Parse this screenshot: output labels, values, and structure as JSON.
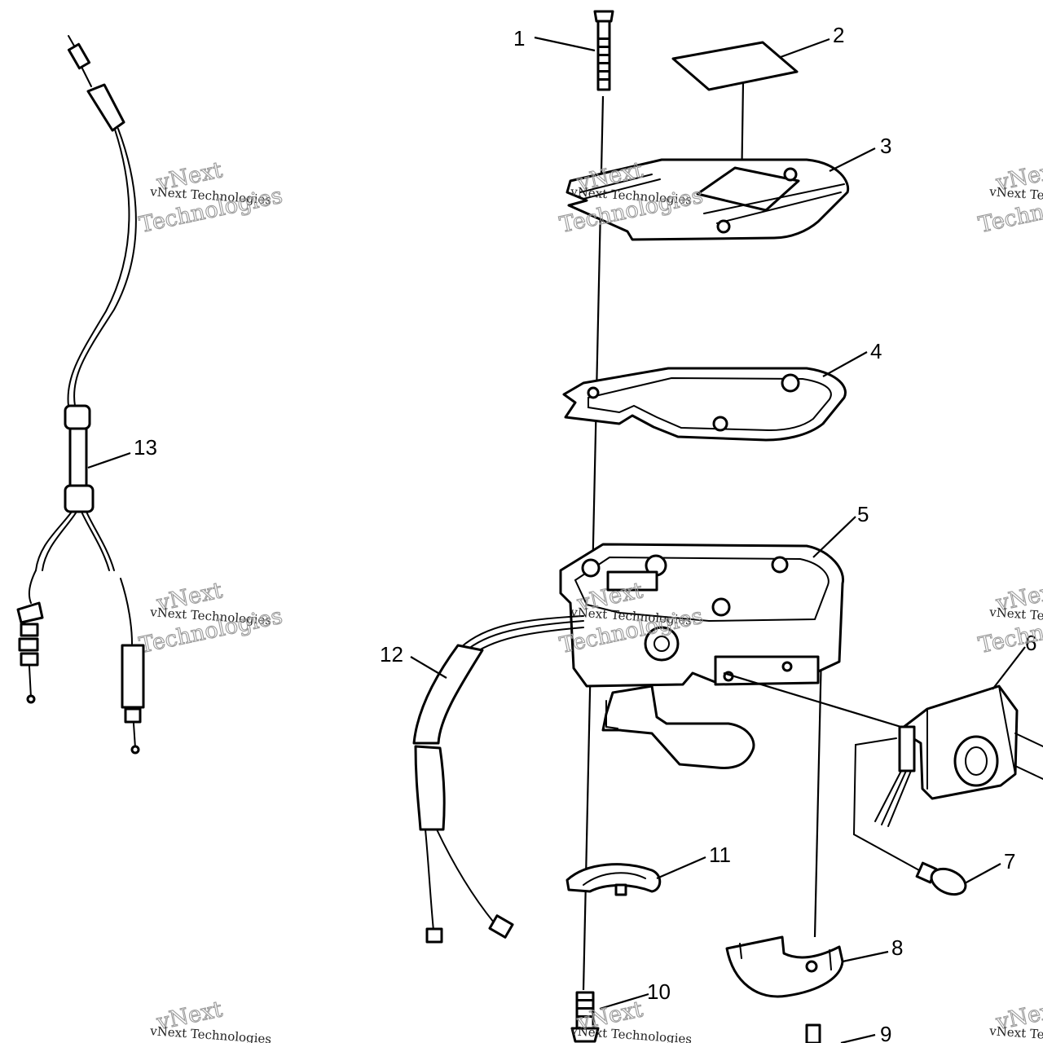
{
  "diagram": {
    "callouts": [
      "1",
      "2",
      "3",
      "4",
      "5",
      "6",
      "7",
      "8",
      "9",
      "10",
      "11",
      "12",
      "13"
    ],
    "watermark": {
      "line1": "vNext",
      "line2": "vNext Technologies",
      "line3": "Technologies"
    }
  }
}
